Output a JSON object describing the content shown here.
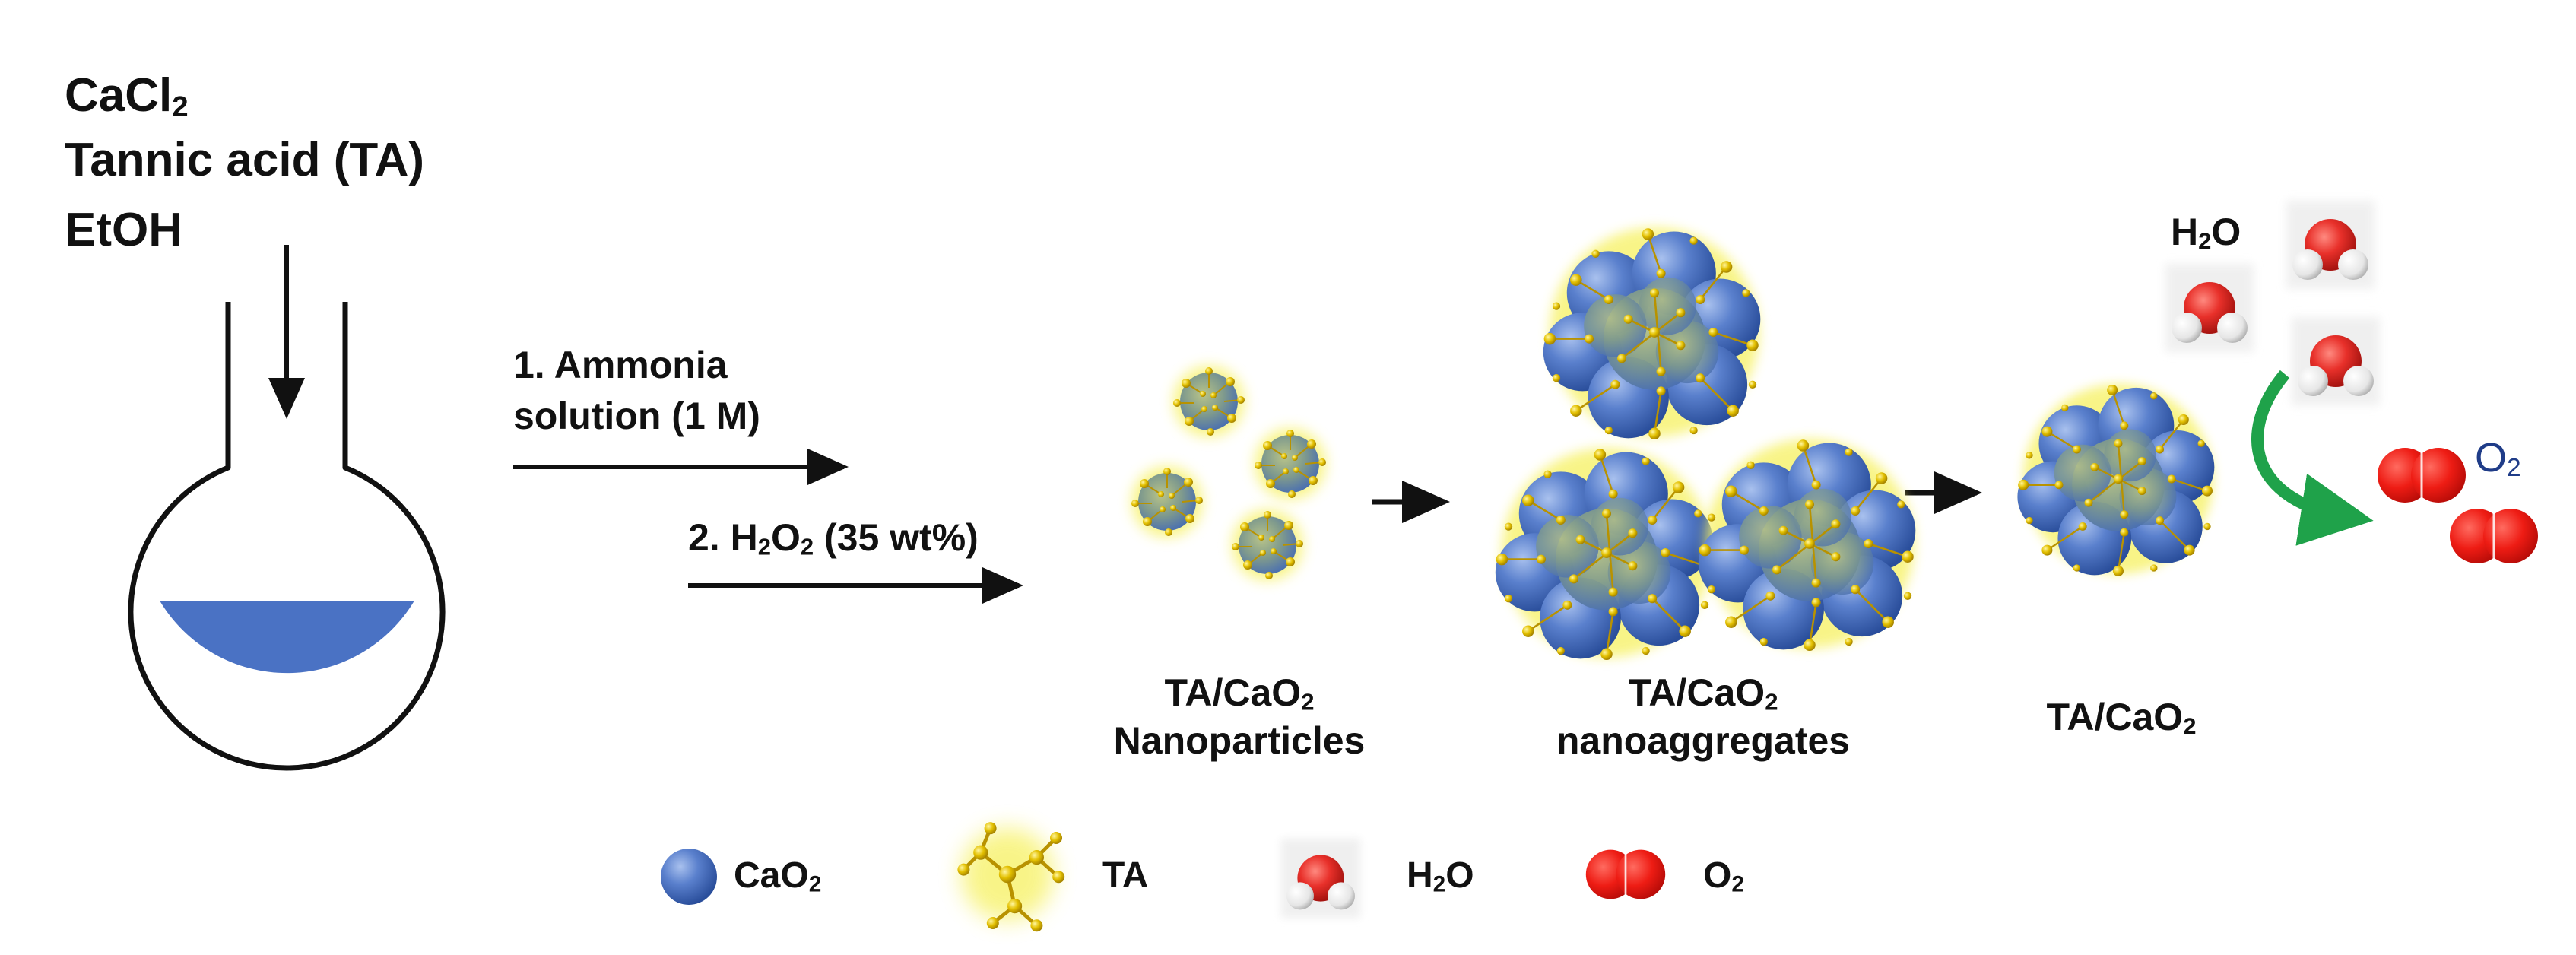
{
  "reagents": {
    "r1": {
      "base": "CaCl",
      "sub": "2"
    },
    "r2": "Tannic acid (TA)",
    "r3": "EtOH"
  },
  "steps": {
    "s1_line1": "1. Ammonia",
    "s1_line2": "solution (1 M)",
    "s2": {
      "prefix": "2. H",
      "sub1": "2",
      "mid": "O",
      "sub2": "2",
      "suffix": " (35 wt%)"
    }
  },
  "stages": {
    "nanoparticles": {
      "line1_prefix": "TA/CaO",
      "line1_sub": "2",
      "line2": "Nanoparticles"
    },
    "nanoaggregates": {
      "line1_prefix": "TA/CaO",
      "line1_sub": "2",
      "line2": "nanoaggregates"
    },
    "final": {
      "prefix": "TA/CaO",
      "sub": "2"
    }
  },
  "reaction": {
    "h2o": {
      "prefix": "H",
      "sub": "2",
      "suffix": "O"
    },
    "o2": {
      "prefix": "O",
      "sub": "2"
    }
  },
  "legend": {
    "cao2": {
      "prefix": "CaO",
      "sub": "2"
    },
    "ta": "TA",
    "h2o": {
      "prefix": "H",
      "sub": "2",
      "suffix": "O"
    },
    "o2": {
      "prefix": "O",
      "sub": "2"
    }
  },
  "colors": {
    "liquid": "#4a72c4",
    "cao2_sphere": "#4d74c6",
    "ta_gold": "#e8c400",
    "ta_glow": "#f7f26a",
    "water_oxygen": "#e8302a",
    "oxygen_molecule": "#e8201e",
    "curved_arrow": "#1fa24a",
    "o2_text": "#1f3c88"
  }
}
